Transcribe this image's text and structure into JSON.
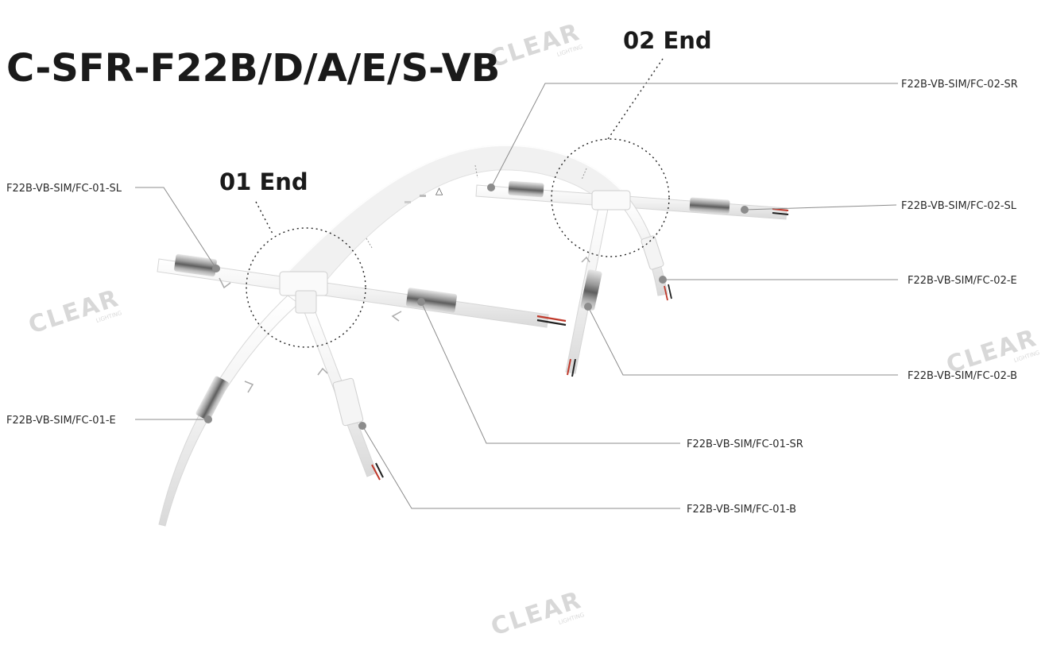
{
  "title": "C-SFR-F22B/D/A/E/S-VB",
  "ends": {
    "end_01": "01 End",
    "end_02": "02 End"
  },
  "parts": {
    "fc_01_sl": "F22B-VB-SIM/FC-01-SL",
    "fc_01_e": "F22B-VB-SIM/FC-01-E",
    "fc_01_sr": "F22B-VB-SIM/FC-01-SR",
    "fc_01_b": "F22B-VB-SIM/FC-01-B",
    "fc_02_sr": "F22B-VB-SIM/FC-02-SR",
    "fc_02_sl": "F22B-VB-SIM/FC-02-SL",
    "fc_02_e": "F22B-VB-SIM/FC-02-E",
    "fc_02_b": "F22B-VB-SIM/FC-02-B"
  },
  "watermark": {
    "brand": "CLEAR",
    "sub": "LIGHTING"
  },
  "colors": {
    "text": "#1a1a1a",
    "leader": "#8c8c8c",
    "profile": "#f0f0f0",
    "connector_metal": "#a8a8a8",
    "wire_red": "#c0392b",
    "wire_black": "#222222",
    "watermark": "#d8d8d8"
  }
}
